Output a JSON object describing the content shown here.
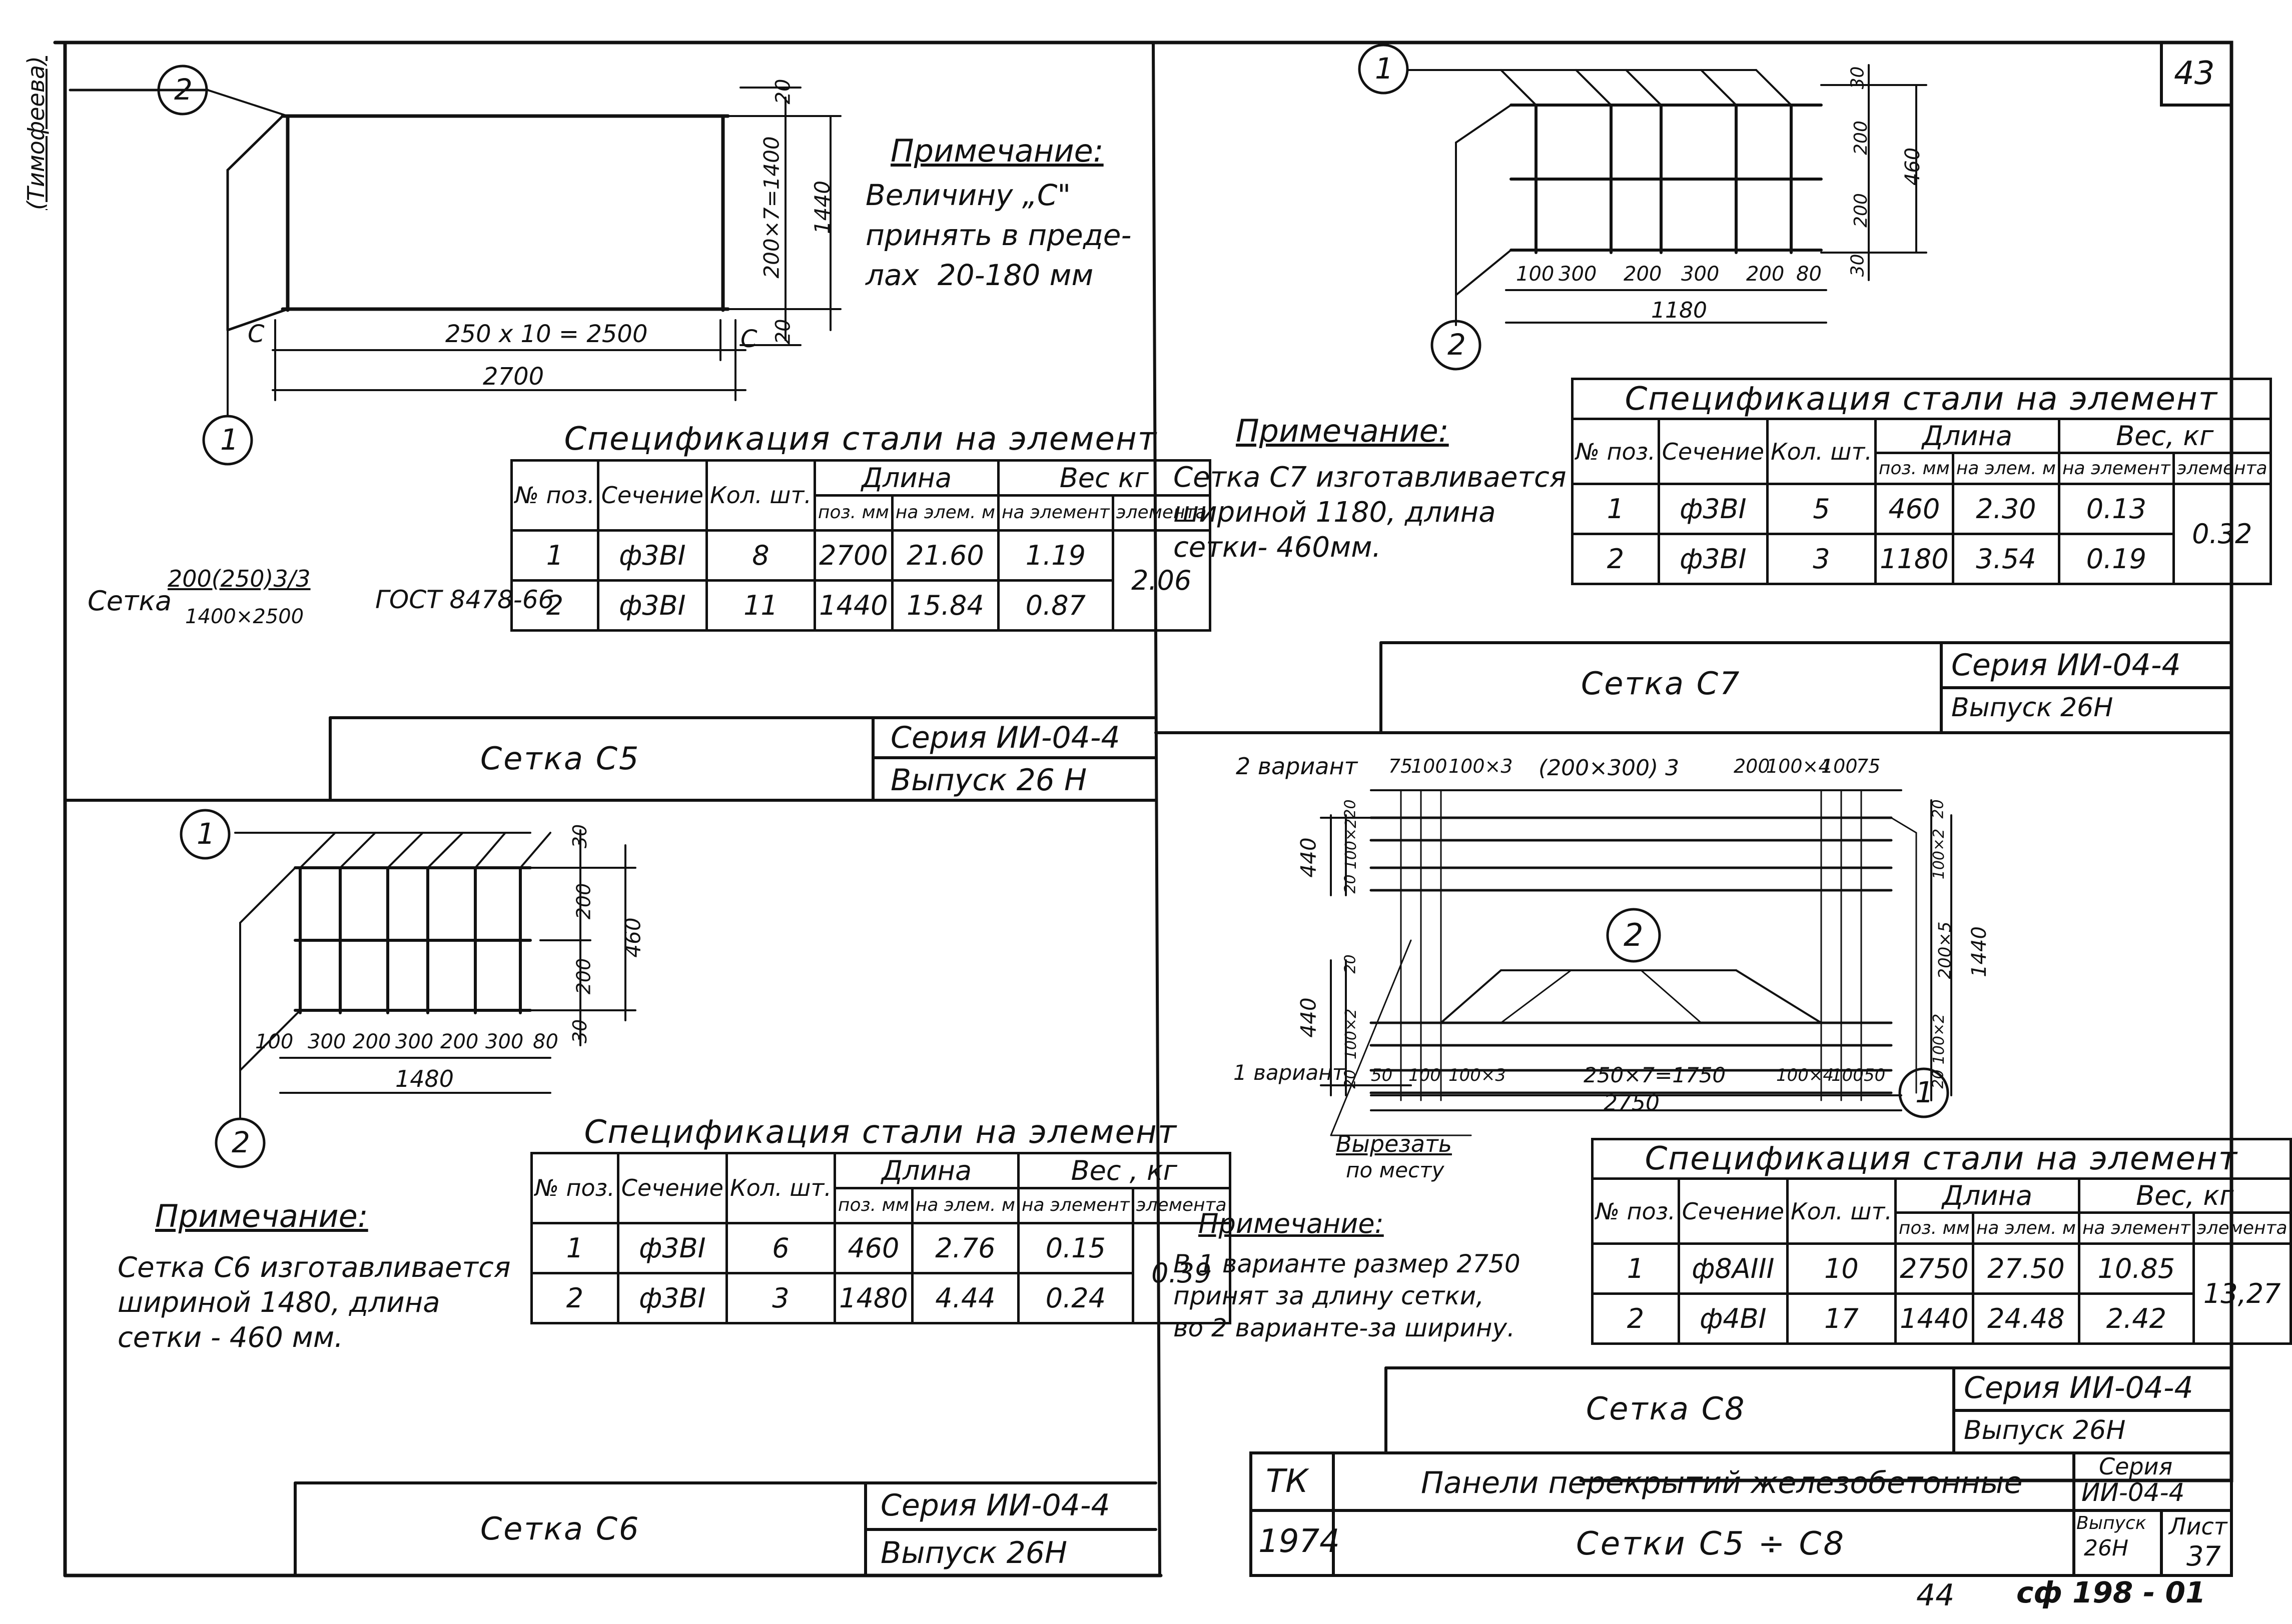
{
  "page_number": "43",
  "bottom_marks": {
    "left": "44",
    "right": "сф 198 - 01"
  },
  "side_note": "(Тимофеева)",
  "c5": {
    "labels": {
      "pos1": "1",
      "pos2": "2"
    },
    "dims": {
      "top": "20",
      "mid": "200×7=1400",
      "full": "1440",
      "bottom": "20",
      "length_inner": "250 x 10 = 2500",
      "length_full": "2700",
      "c_left": "C",
      "c_right": "C"
    },
    "note_title": "Примечание:",
    "note_body": "Величину „C\"\nпринять в преде-\nлах  20-180 мм",
    "formula": {
      "prefix": "Сетка",
      "numerator": "200(250)3/3",
      "denominator": "1400×2500",
      "gost": "ГОСТ 8478-66"
    },
    "spec": {
      "title": "Спецификация  стали  на  элемент",
      "headers": {
        "pos": "№ поз.",
        "section": "Сечение",
        "qty": "Кол. шт.",
        "length": "Длина",
        "len_pos": "поз. мм",
        "len_elem": "на элем. м",
        "weight": "Вес  кг",
        "w_elem": "на элемент",
        "w_total": "элемента"
      },
      "rows": [
        {
          "pos": "1",
          "section": "ф3ВI",
          "qty": "8",
          "len_pos": "2700",
          "len_elem": "21.60",
          "w_elem": "1.19"
        },
        {
          "pos": "2",
          "section": "ф3ВI",
          "qty": "11",
          "len_pos": "1440",
          "len_elem": "15.84",
          "w_elem": "0.87"
        }
      ],
      "total": "2.06"
    },
    "stamp": {
      "name": "Сетка  С5",
      "series": "Серия  ИИ-04-4",
      "issue": "Выпуск  26 Н"
    }
  },
  "c6": {
    "labels": {
      "pos1": "1",
      "pos2": "2"
    },
    "dims": {
      "top": "30",
      "mid1": "200",
      "mid2": "200",
      "bottom": "30",
      "full": "460",
      "bottom_row": [
        "100",
        "300",
        "200",
        "300",
        "200",
        "300",
        "80"
      ],
      "length_full": "1480"
    },
    "note_title": "Примечание:",
    "note_body": "Сетка С6 изготавливается\nшириной 1480, длина\nсетки - 460 мм.",
    "spec": {
      "title": "Спецификация  стали  на  элемент",
      "headers": {
        "pos": "№ поз.",
        "section": "Сечение",
        "qty": "Кол. шт.",
        "length": "Длина",
        "len_pos": "поз. мм",
        "len_elem": "на элем. м",
        "weight": "Вес , кг",
        "w_elem": "на элемент",
        "w_total": "элемента"
      },
      "rows": [
        {
          "pos": "1",
          "section": "ф3ВI",
          "qty": "6",
          "len_pos": "460",
          "len_elem": "2.76",
          "w_elem": "0.15"
        },
        {
          "pos": "2",
          "section": "ф3ВI",
          "qty": "3",
          "len_pos": "1480",
          "len_elem": "4.44",
          "w_elem": "0.24"
        }
      ],
      "total": "0.39"
    },
    "stamp": {
      "name": "Сетка  С6",
      "series": "Серия  ИИ-04-4",
      "issue": "Выпуск  26Н"
    }
  },
  "c7": {
    "labels": {
      "pos1": "1",
      "pos2": "2"
    },
    "dims": {
      "top": "30",
      "mid1": "200",
      "mid2": "200",
      "bottom": "30",
      "full": "460",
      "bottom_row": [
        "100",
        "300",
        "200",
        "300",
        "200",
        "80"
      ],
      "length_full": "1180"
    },
    "note_title": "Примечание:",
    "note_body": "Сетка С7 изготавливается\nшириной 1180, длина\nсетки- 460мм.",
    "spec": {
      "title": "Спецификация  стали  на  элемент",
      "headers": {
        "pos": "№ поз.",
        "section": "Сечение",
        "qty": "Кол. шт.",
        "length": "Длина",
        "len_pos": "поз. мм",
        "len_elem": "на элем. м",
        "weight": "Вес, кг",
        "w_elem": "на элемент",
        "w_total": "элемента"
      },
      "rows": [
        {
          "pos": "1",
          "section": "ф3ВI",
          "qty": "5",
          "len_pos": "460",
          "len_elem": "2.30",
          "w_elem": "0.13"
        },
        {
          "pos": "2",
          "section": "ф3ВI",
          "qty": "3",
          "len_pos": "1180",
          "len_elem": "3.54",
          "w_elem": "0.19"
        }
      ],
      "total": "0.32"
    },
    "stamp": {
      "name": "Сетка  С7",
      "series": "Серия  ИИ-04-4",
      "issue": "Выпуск  26Н"
    }
  },
  "c8": {
    "labels": {
      "pos1": "1",
      "pos2": "2",
      "variant1": "1 вариант",
      "variant2": "2 вариант",
      "cut": "Вырезать",
      "cut2": "по месту"
    },
    "dims": {
      "top_row": [
        "75",
        "100",
        "100×3",
        "(200×300) 3",
        "200",
        "100×4",
        "100",
        "75"
      ],
      "bottom_row": [
        "50",
        "100",
        "100×3",
        "250×7=1750",
        "100×4",
        "100",
        "50"
      ],
      "length_full": "2750",
      "left_440_a": "440",
      "left_440_b": "440",
      "right": [
        "20",
        "100×2",
        "200×5",
        "1440",
        "100×2",
        "20"
      ],
      "left_small": [
        "20",
        "100×2",
        "20",
        "20",
        "100×2",
        "20"
      ]
    },
    "note_title": "Примечание:",
    "note_body": "В 1 варианте размер 2750\nпринят за длину сетки,\nво 2 варианте-за ширину.",
    "spec": {
      "title": "Спецификация  стали  на  элемент",
      "headers": {
        "pos": "№ поз.",
        "section": "Сечение",
        "qty": "Кол. шт.",
        "length": "Длина",
        "len_pos": "поз. мм",
        "len_elem": "на элем. м",
        "weight": "Вес, кг",
        "w_elem": "на элемент",
        "w_total": "элемента"
      },
      "rows": [
        {
          "pos": "1",
          "section": "ф8АIII",
          "qty": "10",
          "len_pos": "2750",
          "len_elem": "27.50",
          "w_elem": "10.85"
        },
        {
          "pos": "2",
          "section": "ф4ВI",
          "qty": "17",
          "len_pos": "1440",
          "len_elem": "24.48",
          "w_elem": "2.42"
        }
      ],
      "total": "13,27"
    },
    "stamp": {
      "name": "Сетка  С8",
      "series": "Серия  ИИ-04-4",
      "issue": "Выпуск  26Н"
    }
  },
  "title_block": {
    "org": "ТК",
    "year": "1974",
    "title": "Панели  перекрытий  железобетонные",
    "subtitle": "Сетки   С5 ÷ С8",
    "series_label": "Серия",
    "series_value": "ИИ-04-4",
    "issue_label": "Выпуск",
    "issue_value": "26Н",
    "sheet_label": "Лист",
    "sheet_value": "37"
  }
}
